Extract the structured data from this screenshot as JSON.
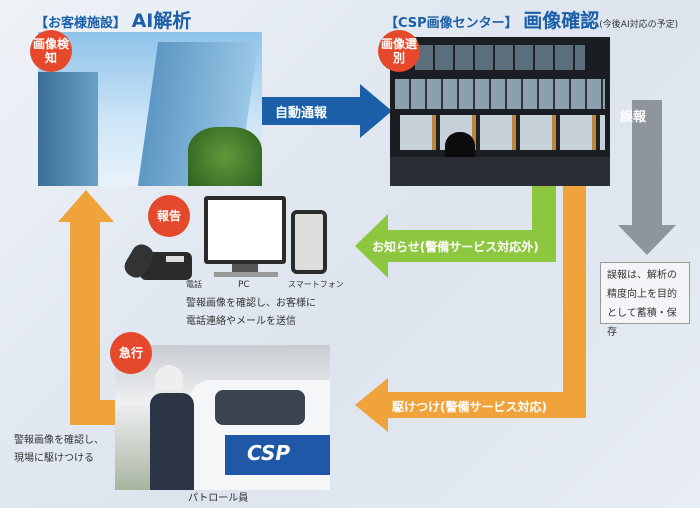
{
  "left_title": {
    "bracket": "【お客様施設】",
    "main": "AI解析"
  },
  "right_title": {
    "bracket": "【CSP画像センター】",
    "main": "画像確認",
    "note": "(今後AI対応の予定)"
  },
  "badges": {
    "detect": "画像検知",
    "select": "画像選別",
    "report": "報告",
    "dispatch": "急行"
  },
  "arrows": {
    "auto_report": "自動通報",
    "false_alarm": "誤報",
    "notify": "お知らせ(警備サービス対応外)",
    "rush": "駆けつけ(警備サービス対応)"
  },
  "devices": {
    "phone": "電話",
    "pc": "PC",
    "smartphone": "スマートフォン"
  },
  "report_text": [
    "警報画像を確認し、お客様に",
    "電話連絡やメールを送信"
  ],
  "false_alarm_text": [
    "誤報は、解析の",
    "精度向上を目的",
    "として蓄積・保存"
  ],
  "dispatch_text": [
    "警報画像を確認し、",
    "現場に駆けつける"
  ],
  "patrol_caption": "パトロール員",
  "van_logo": "CSP",
  "colors": {
    "blue": "#1a5fa8",
    "green": "#8dc63f",
    "orange": "#f0a33a",
    "gray": "#8e959c",
    "red": "#e5482a"
  }
}
